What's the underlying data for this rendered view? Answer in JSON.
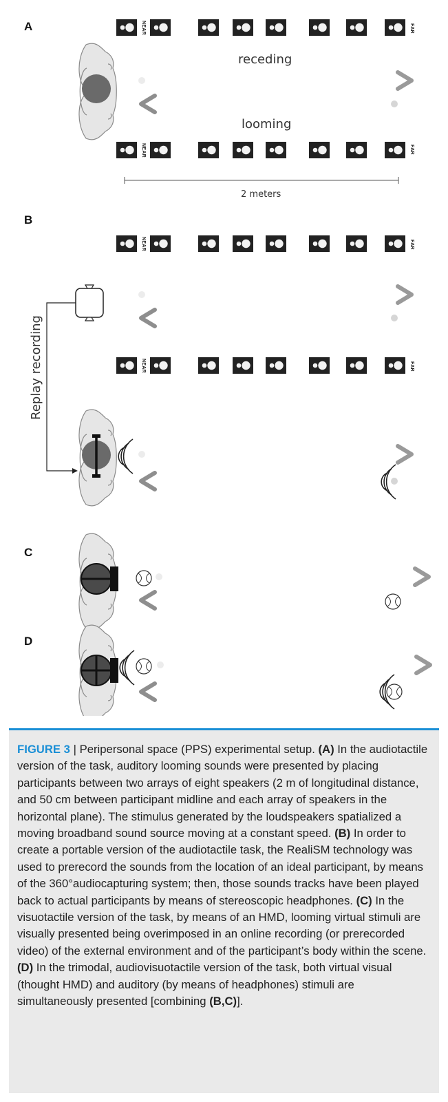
{
  "panels": {
    "a": {
      "letter": "A",
      "receding": "receding",
      "looming": "looming",
      "scale": "2 meters"
    },
    "b": {
      "letter": "B",
      "replay": "Replay recording"
    },
    "c": {
      "letter": "C"
    },
    "d": {
      "letter": "D"
    }
  },
  "speaker_labels": {
    "near": "NEAR",
    "far": "FAR"
  },
  "caption": {
    "figure_label": "FIGURE 3",
    "title": " | Peripersonal space (PPS) experimental setup. ",
    "a_label": "(A)",
    "a_text": " In the audiotactile version of the task, auditory looming sounds were presented by placing participants between two arrays of eight speakers (2 m of longitudinal distance, and 50 cm between participant midline and each array of speakers in the horizontal plane). The stimulus generated by the loudspeakers spatialized a moving broadband sound source moving at a constant speed. ",
    "b_label": "(B)",
    "b_text": " In order to create a portable version of the audiotactile task, the RealiSM technology was used to prerecord the sounds from the location of an ideal participant, by means of the 360°audiocapturing system; then, those sounds tracks have been played back to actual participants by means of stereoscopic headphones. ",
    "c_label": "(C)",
    "c_text": " In the visuotactile version of the task, by means of an HMD, looming virtual stimuli are visually presented being overimposed in an online recording (or prerecorded video) of the external environment and of the participant’s body within the scene. ",
    "d_label": "(D)",
    "d_text": " In the trimodal, audiovisuotactile version of the task, both virtual visual (thought HMD) and auditory (by means of headphones) stimuli are simultaneously presented [combining ",
    "bc_label": "(B,C)",
    "end_text": "]."
  },
  "colors": {
    "caption_accent": "#1a8fd6",
    "caption_bg": "#eaeaea",
    "arrow_light": "#cfcfcf",
    "arrow_mid": "#9a9a9a",
    "speaker": "#222222"
  }
}
